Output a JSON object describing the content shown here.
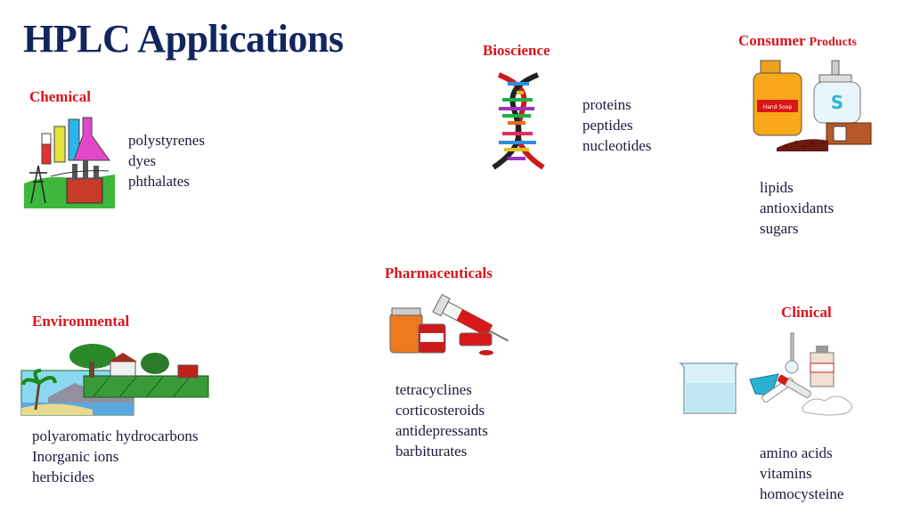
{
  "title": "HPLC Applications",
  "categories": {
    "chemical": {
      "label": "Chemical",
      "items": [
        "polystyrenes",
        "dyes",
        "phthalates"
      ]
    },
    "bioscience": {
      "label": "Bioscience",
      "items": [
        "proteins",
        "peptides",
        "nucleotides"
      ]
    },
    "consumer": {
      "label_main": "Consumer",
      "label_sub": "Products",
      "items": [
        "lipids",
        "antioxidants",
        "sugars"
      ]
    },
    "pharmaceuticals": {
      "label": "Pharmaceuticals",
      "items": [
        "tetracyclines",
        "corticosteroids",
        "antidepressants",
        "barbiturates"
      ]
    },
    "environmental": {
      "label": "Environmental",
      "items": [
        "polyaromatic hydrocarbons",
        "Inorganic ions",
        "herbicides"
      ]
    },
    "clinical": {
      "label": "Clinical",
      "items": [
        "amino acids",
        "vitamins",
        "homocysteine"
      ]
    }
  },
  "clipart_text": {
    "bottle_label": "Hand Soap"
  },
  "colors": {
    "title": "#12265e",
    "category": "#d8141c",
    "text": "#1a1a3a"
  },
  "icons": [
    "chemistry-flasks-factory-icon",
    "dna-helix-icon",
    "consumer-products-icon",
    "syringe-pills-icon",
    "landscape-farm-icon",
    "lab-glassware-icon"
  ]
}
